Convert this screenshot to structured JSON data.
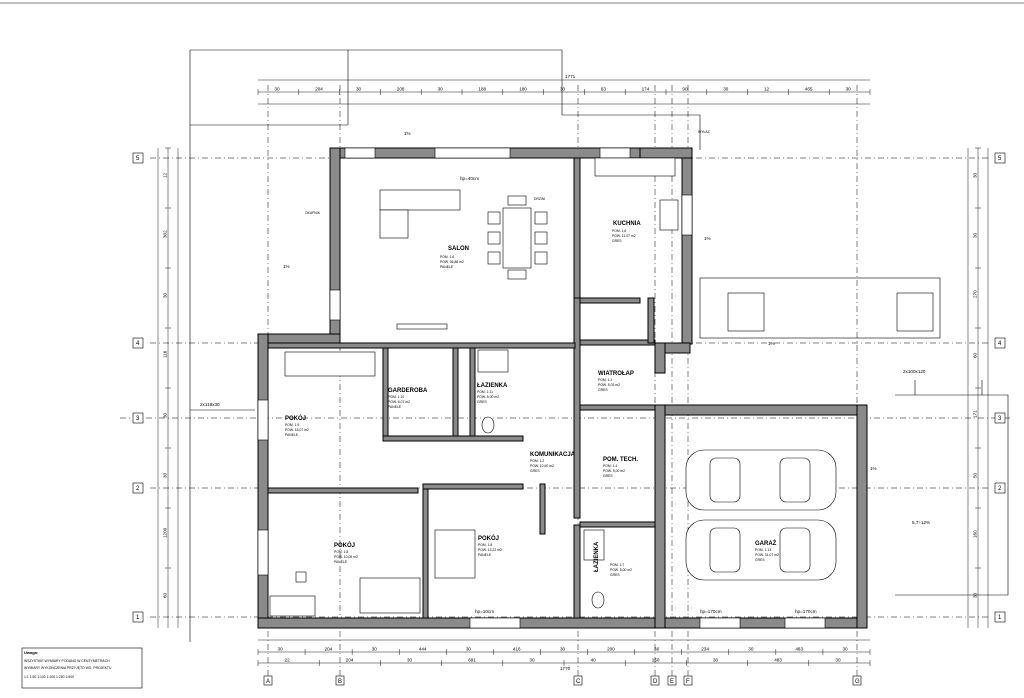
{
  "rooms": [
    {
      "name": "SALON",
      "lines": [
        "POM. 1.6",
        "POW. 36,88 m2",
        "PANELE"
      ]
    },
    {
      "name": "KUCHNIA",
      "lines": [
        "POM. 1.6",
        "POW. 11,07 m2",
        "GRES"
      ]
    },
    {
      "name": "GARDEROBA",
      "lines": [
        "POM. 1.10",
        "POW. 6,07 m2",
        "PANELE"
      ]
    },
    {
      "name": "ŁAZIENKA",
      "lines": [
        "POM. 1.11",
        "POW. 5,00 m2",
        "GRES"
      ]
    },
    {
      "name": "WIATROŁAP",
      "lines": [
        "POM. 1.1",
        "POW. 5,03 m2",
        "GRES"
      ]
    },
    {
      "name": "POKÓJ",
      "lines": [
        "POM. 1.9",
        "POW. 18,07 m2",
        "PANELE"
      ]
    },
    {
      "name": "KOMUNIKACJA",
      "lines": [
        "POM. 1.2",
        "POW. 10,60 m2",
        "GRES"
      ]
    },
    {
      "name": "POM. TECH.",
      "lines": [
        "POM. 1.4",
        "POW. 5,00 m2",
        "GRES"
      ]
    },
    {
      "name": "POKÓJ",
      "lines": [
        "POM. 1.8",
        "POW. 10,05 m2",
        "PANELE"
      ]
    },
    {
      "name": "POKÓJ",
      "lines": [
        "POM. 1.8",
        "POW. 13,22 m2",
        "PANELE"
      ]
    },
    {
      "name": "ŁAZIENKA",
      "lines": [
        "POM. 1.7",
        "POW. 5,00 m2",
        "GRES"
      ]
    },
    {
      "name": "GARAŻ",
      "lines": [
        "POM. 1.13",
        "POW. 31,07 m2",
        "GRES"
      ]
    }
  ],
  "axes": {
    "rows": [
      "5",
      "4",
      "3",
      "2",
      "1"
    ],
    "cols": [
      "A",
      "B",
      "C",
      "D",
      "E",
      "F",
      "G"
    ]
  },
  "dimensions": {
    "top_total": "1771",
    "bottom_total": "1770",
    "top_chain": [
      "30",
      "204",
      "30",
      "208",
      "30",
      "188",
      "180",
      "30",
      "63",
      "174",
      "90",
      "30",
      "12",
      "465",
      "30"
    ],
    "bottom_chain": [
      "30",
      "204",
      "30",
      "444",
      "30",
      "416",
      "30",
      "200",
      "30",
      "234",
      "30",
      "483",
      "30"
    ],
    "bottom_chain2": [
      "22",
      "204",
      "30",
      "691",
      "30",
      "40",
      "150",
      "30",
      "483",
      "30"
    ],
    "left_chain": [
      "12",
      "302",
      "30",
      "116",
      "30",
      "30",
      "1200",
      "60"
    ],
    "right_chain": [
      "30",
      "30",
      "270",
      "60",
      "171",
      "50",
      "160",
      "30"
    ]
  },
  "labels": {
    "slopes": [
      "1%",
      "1%",
      "1%",
      "1%",
      "1%",
      "5,7÷12%"
    ],
    "openings": [
      "2x118x30",
      "2x100x120",
      "hp=40cm",
      "hp=10cm",
      "hp=170cm",
      "hp=170cm"
    ],
    "notes": [
      "OKAPNIK",
      "DRZWI",
      "WYŁAZ"
    ]
  },
  "legend": {
    "title": "Uwaga:",
    "lines": [
      "WSZYSTKIE WYMIARY PODANO W CENTYMETRACH",
      "WYMIARY WYKOŃCZENIA PRZYJĘTO WG. PROJEKTU",
      "1:1  1:50  1:100  1:200  1:250  1:500"
    ]
  }
}
